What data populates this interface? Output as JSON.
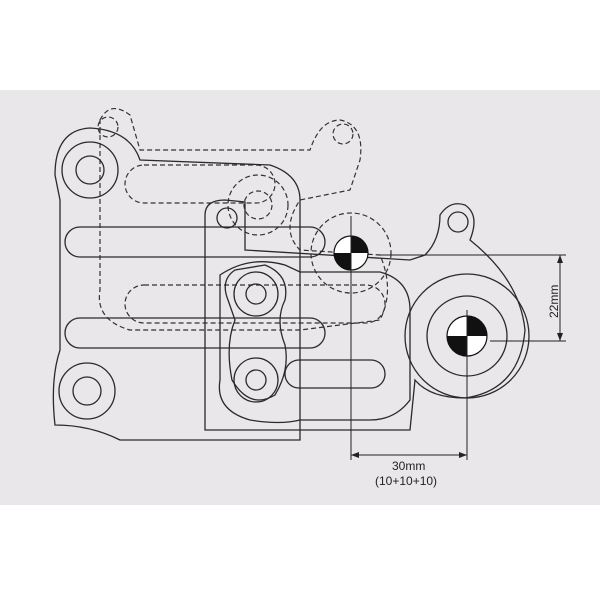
{
  "diagram": {
    "vertical_dimension": "22mm",
    "horizontal_dimension": "30mm",
    "horizontal_dimension_breakdown": "(10+10+10)",
    "colors": {
      "paper": "#e9e7ea",
      "ink": "#222222"
    }
  }
}
